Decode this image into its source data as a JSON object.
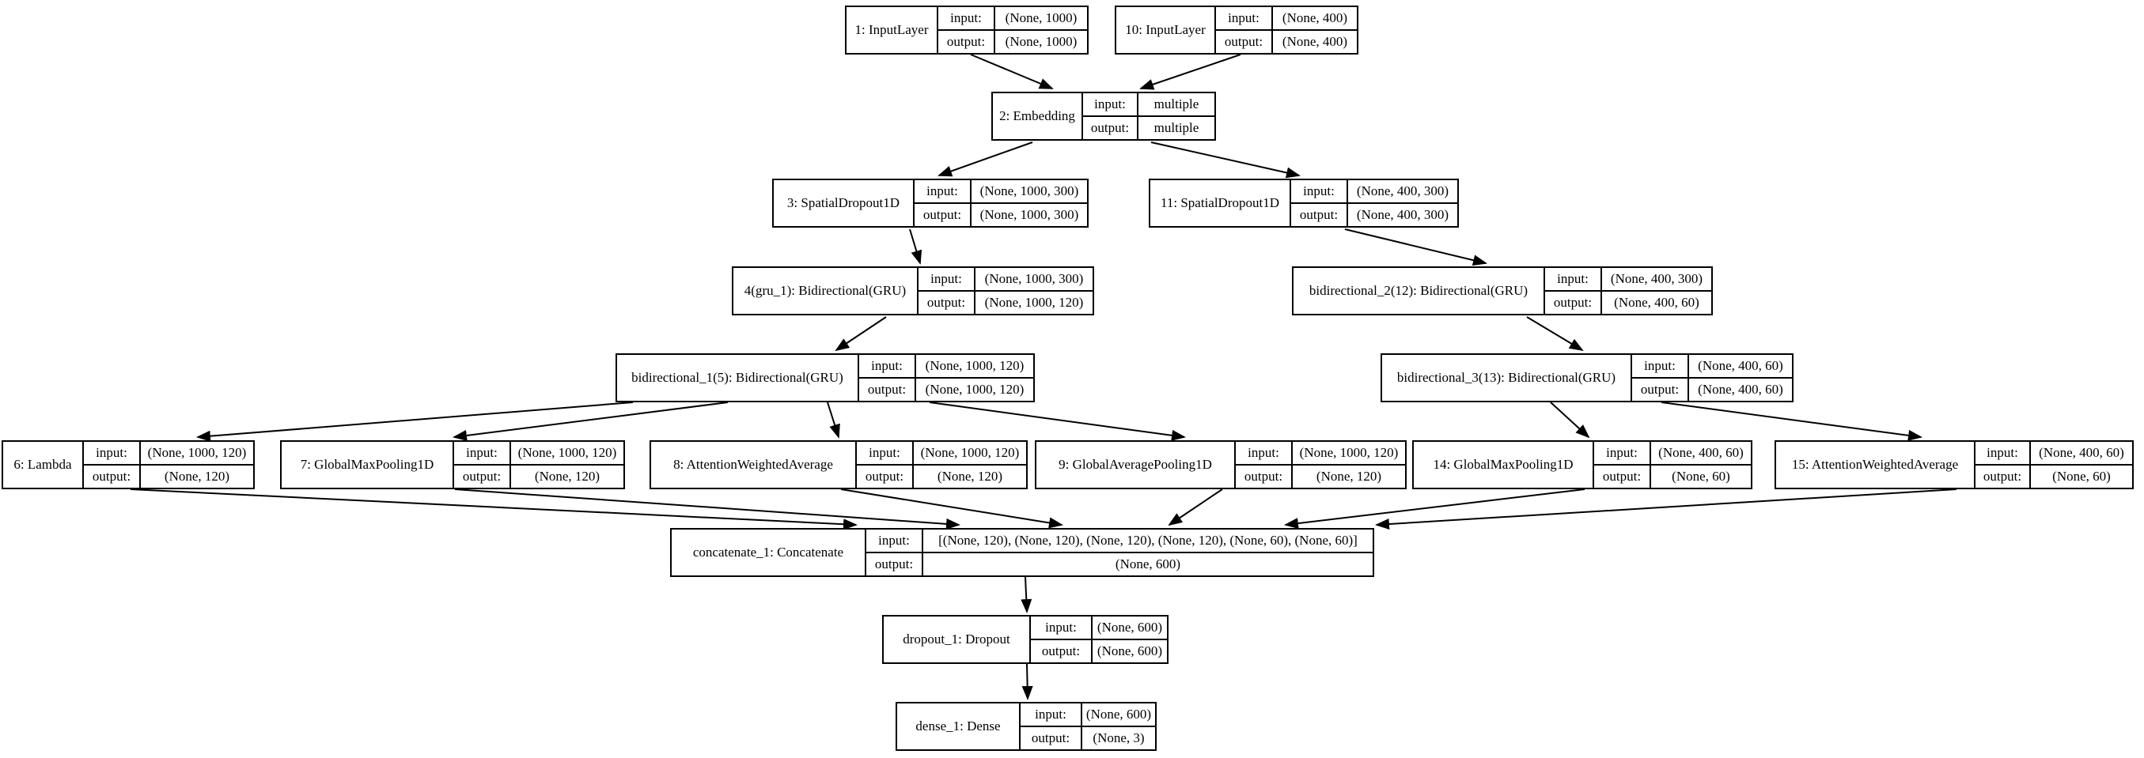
{
  "diagram": {
    "type": "keras-model-graph",
    "background_color": "#ffffff",
    "line_color": "#000000",
    "io_labels": {
      "input": "input:",
      "output": "output:"
    },
    "nodes": [
      {
        "id": "1",
        "label": "1: InputLayer",
        "input": "(None, 1000)",
        "output": "(None, 1000)"
      },
      {
        "id": "10",
        "label": "10: InputLayer",
        "input": "(None, 400)",
        "output": "(None, 400)"
      },
      {
        "id": "2",
        "label": "2: Embedding",
        "input": "multiple",
        "output": "multiple"
      },
      {
        "id": "3",
        "label": "3: SpatialDropout1D",
        "input": "(None, 1000, 300)",
        "output": "(None, 1000, 300)"
      },
      {
        "id": "11",
        "label": "11: SpatialDropout1D",
        "input": "(None, 400, 300)",
        "output": "(None, 400, 300)"
      },
      {
        "id": "4",
        "label": "4(gru_1): Bidirectional(GRU)",
        "input": "(None, 1000, 300)",
        "output": "(None, 1000, 120)"
      },
      {
        "id": "12",
        "label": "bidirectional_2(12): Bidirectional(GRU)",
        "input": "(None, 400, 300)",
        "output": "(None, 400, 60)"
      },
      {
        "id": "5",
        "label": "bidirectional_1(5): Bidirectional(GRU)",
        "input": "(None, 1000, 120)",
        "output": "(None, 1000, 120)"
      },
      {
        "id": "13",
        "label": "bidirectional_3(13): Bidirectional(GRU)",
        "input": "(None, 400, 60)",
        "output": "(None, 400, 60)"
      },
      {
        "id": "6",
        "label": "6: Lambda",
        "input": "(None, 1000, 120)",
        "output": "(None, 120)"
      },
      {
        "id": "7",
        "label": "7: GlobalMaxPooling1D",
        "input": "(None, 1000, 120)",
        "output": "(None, 120)"
      },
      {
        "id": "8",
        "label": "8: AttentionWeightedAverage",
        "input": "(None, 1000, 120)",
        "output": "(None, 120)"
      },
      {
        "id": "9",
        "label": "9: GlobalAveragePooling1D",
        "input": "(None, 1000, 120)",
        "output": "(None, 120)"
      },
      {
        "id": "14",
        "label": "14: GlobalMaxPooling1D",
        "input": "(None, 400, 60)",
        "output": "(None, 60)"
      },
      {
        "id": "15",
        "label": "15: AttentionWeightedAverage",
        "input": "(None, 400, 60)",
        "output": "(None, 60)"
      },
      {
        "id": "concat",
        "label": "concatenate_1: Concatenate",
        "input": "[(None, 120), (None, 120), (None, 120), (None, 120), (None, 60), (None, 60)]",
        "output": "(None, 600)"
      },
      {
        "id": "dropout",
        "label": "dropout_1: Dropout",
        "input": "(None, 600)",
        "output": "(None, 600)"
      },
      {
        "id": "dense",
        "label": "dense_1: Dense",
        "input": "(None, 600)",
        "output": "(None, 3)"
      }
    ],
    "edges": [
      [
        "1",
        "2"
      ],
      [
        "10",
        "2"
      ],
      [
        "2",
        "3"
      ],
      [
        "2",
        "11"
      ],
      [
        "3",
        "4"
      ],
      [
        "11",
        "12"
      ],
      [
        "4",
        "5"
      ],
      [
        "12",
        "13"
      ],
      [
        "5",
        "6"
      ],
      [
        "5",
        "7"
      ],
      [
        "5",
        "8"
      ],
      [
        "5",
        "9"
      ],
      [
        "13",
        "14"
      ],
      [
        "13",
        "15"
      ],
      [
        "6",
        "concat"
      ],
      [
        "7",
        "concat"
      ],
      [
        "8",
        "concat"
      ],
      [
        "9",
        "concat"
      ],
      [
        "14",
        "concat"
      ],
      [
        "15",
        "concat"
      ],
      [
        "concat",
        "dropout"
      ],
      [
        "dropout",
        "dense"
      ]
    ]
  }
}
